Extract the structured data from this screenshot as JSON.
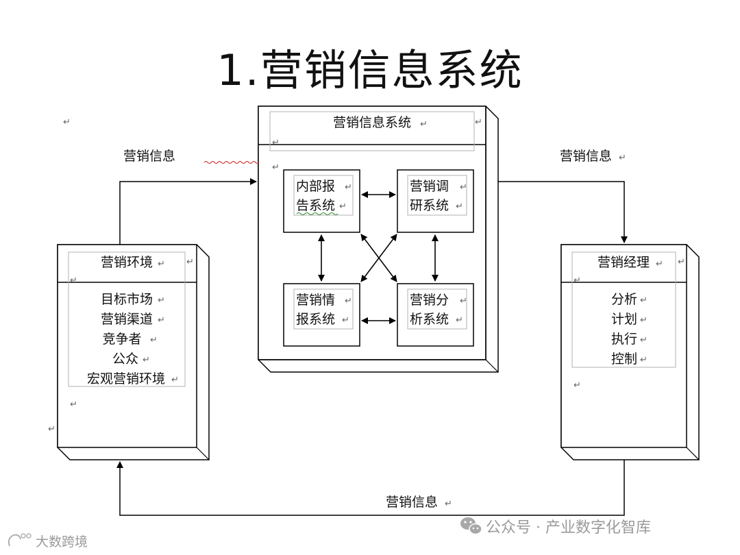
{
  "title": "1.营销信息系统",
  "center_box": {
    "header": "营销信息系统",
    "subsystems": [
      {
        "line1": "内部报",
        "line2": "告系统"
      },
      {
        "line1": "营销调",
        "line2": "研系统"
      },
      {
        "line1": "营销情",
        "line2": "报系统"
      },
      {
        "line1": "营销分",
        "line2": "析系统"
      }
    ]
  },
  "left_box": {
    "header": "营销环境",
    "items": [
      "目标市场",
      "营销渠道",
      "竞争者",
      "公众",
      "宏观营销环境"
    ]
  },
  "right_box": {
    "header": "营销经理",
    "items": [
      "分析",
      "计划",
      "执行",
      "控制"
    ]
  },
  "flow_labels": {
    "env_to_system": "营销信息",
    "system_to_manager": "营销信息",
    "manager_to_env": "营销信息"
  },
  "marks": {
    "paragraph": "↵"
  },
  "watermarks": {
    "wechat": "公众号 · 产业数字化智库",
    "corner": "大数跨境"
  }
}
